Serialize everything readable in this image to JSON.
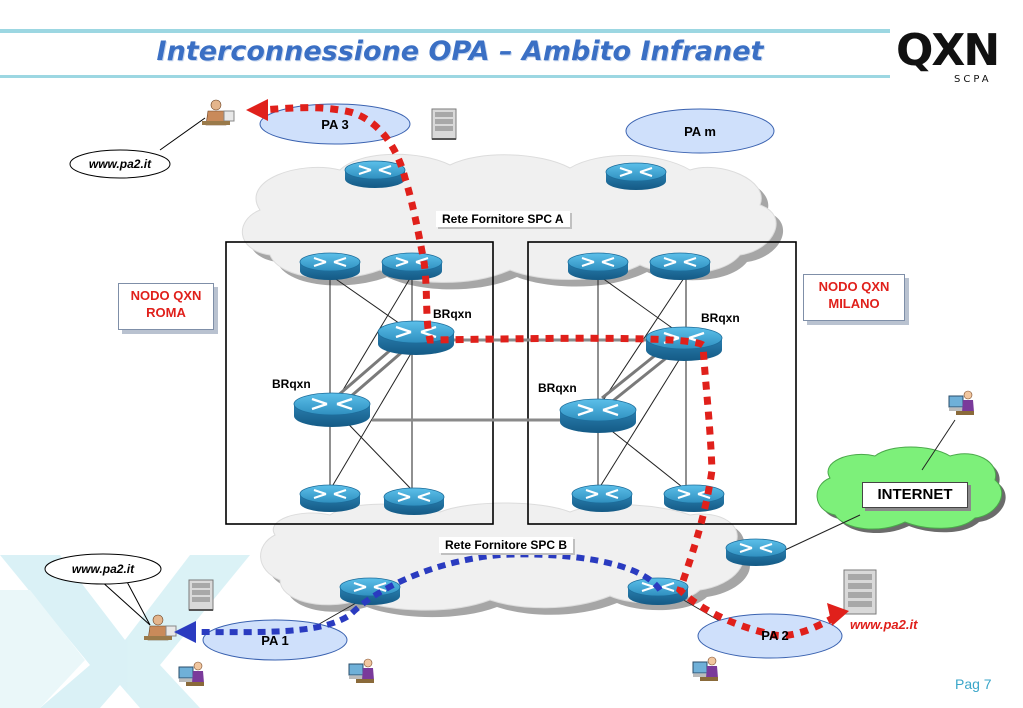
{
  "slide": {
    "title": "Interconnessione OPA – Ambito Infranet",
    "logo": {
      "main": "QXN",
      "sub": "SCPA"
    },
    "page": "Pag 7"
  },
  "nodes": {
    "roma": {
      "line1": "NODO QXN",
      "line2": "ROMA"
    },
    "milano": {
      "line1": "NODO QXN",
      "line2": "MILANO"
    }
  },
  "labels": {
    "rete_a": "Rete Fornitore SPC A",
    "rete_b": "Rete Fornitore SPC B",
    "internet": "INTERNET",
    "br_roma_top": "BRqxn",
    "br_roma_bottom": "BRqxn",
    "br_milano_top": "BRqxn",
    "br_milano_bottom": "BRqxn"
  },
  "pa": {
    "pa3": "PA 3",
    "pam": "PA m",
    "pa1": "PA 1",
    "pa2": "PA 2"
  },
  "bubbles": {
    "top": "www.pa2.it",
    "bottom": "www.pa2.it",
    "right": "www.pa2.it"
  },
  "icons": [
    "router-icon",
    "server-icon",
    "user-workstation-icon",
    "web-user-icon",
    "cloud-icon"
  ],
  "colors": {
    "title": "#3a6fc4",
    "router": "#2f8fbf",
    "red_path": "#e0201b",
    "blue_path": "#2a3bc0",
    "internet_cloud": "#7df07a",
    "pa_ellipse": "#cfe0fb"
  }
}
